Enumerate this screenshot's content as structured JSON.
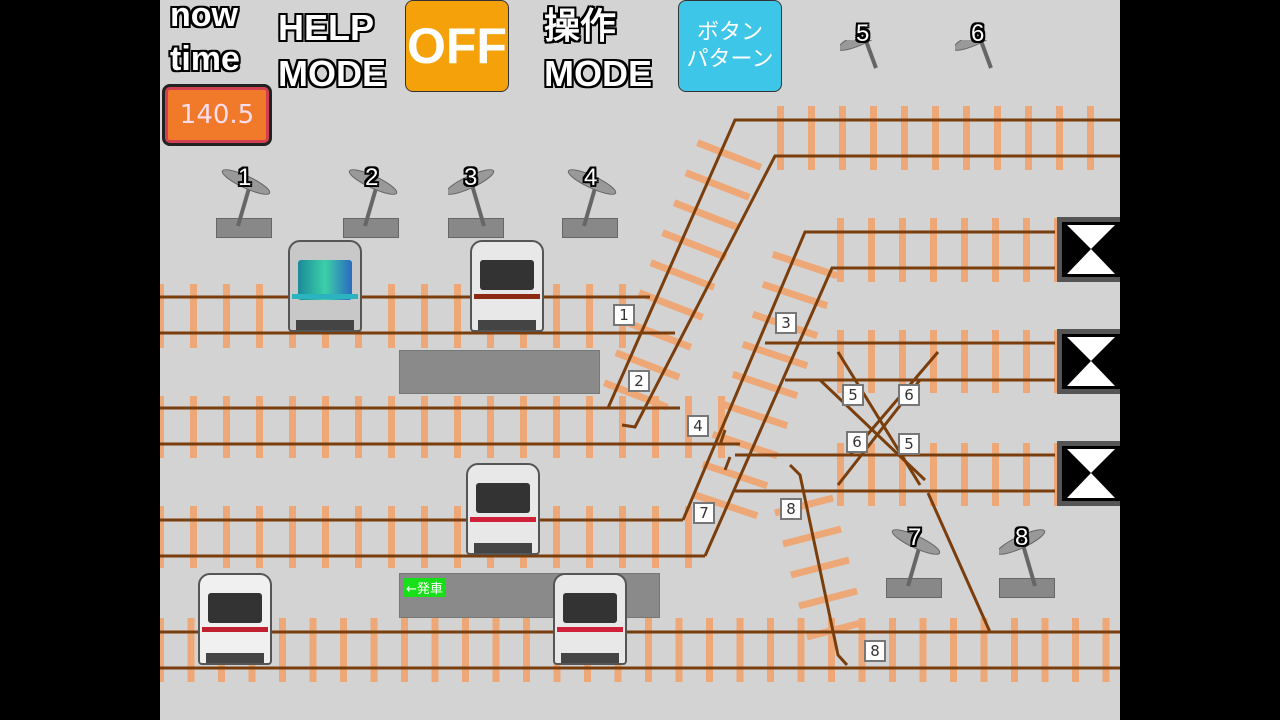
{
  "header": {
    "now_time_label_1": "now",
    "now_time_label_2": "time",
    "now_time_value": "140.5",
    "help_mode_label_1": "HELP",
    "help_mode_label_2": "MODE",
    "help_mode_value": "OFF",
    "operation_mode_label_1": "操作",
    "operation_mode_label_2": "MODE",
    "operation_mode_value_1": "ボタン",
    "operation_mode_value_2": "パターン"
  },
  "levers": [
    {
      "number": "1",
      "state": "normal"
    },
    {
      "number": "2",
      "state": "normal"
    },
    {
      "number": "3",
      "state": "reverse"
    },
    {
      "number": "4",
      "state": "normal"
    },
    {
      "number": "5",
      "state": "reverse"
    },
    {
      "number": "6",
      "state": "reverse"
    },
    {
      "number": "7",
      "state": "normal"
    },
    {
      "number": "8",
      "state": "reverse"
    }
  ],
  "points": [
    "1",
    "2",
    "3",
    "4",
    "5",
    "6",
    "6",
    "5",
    "7",
    "8",
    "8"
  ],
  "departure_label": "←発車",
  "signals": [
    "signal-1",
    "signal-2",
    "signal-3"
  ],
  "trains": [
    {
      "name": "train-1",
      "body": "#c8c8c8",
      "band": "#2bb3c0"
    },
    {
      "name": "train-2",
      "body": "#e8e8e8",
      "band": "#8b2a10"
    },
    {
      "name": "train-3",
      "body": "#e8e8e8",
      "band": "#d0203a"
    },
    {
      "name": "train-4",
      "body": "#f0f0f0",
      "band": "#c02030"
    },
    {
      "name": "train-5",
      "body": "#e8e8e8",
      "band": "#d0203a"
    }
  ],
  "colors": {
    "rail": "#7a3e0c",
    "tie": "#eea878",
    "background": "#d3d3d3",
    "help_button": "#f5a20a",
    "mode_button": "#3ec6e8",
    "time_box": "#f07a2a"
  }
}
